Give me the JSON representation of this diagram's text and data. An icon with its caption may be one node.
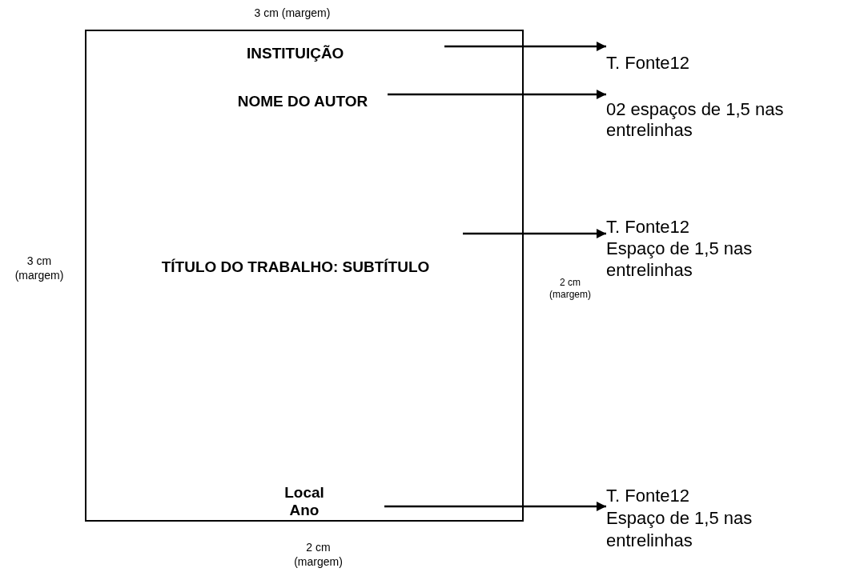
{
  "diagram": {
    "nodes": [
      {
        "text": [],
        "shape": "box"
      },
      {
        "text": [
          "INSTITUIÇÃO"
        ],
        "in": 0
      },
      {
        "text": [
          "NOME DO AUTOR"
        ],
        "in": 0
      },
      {
        "text": [
          "TÍTULO DO TRABALHO: SUBTÍTULO"
        ],
        "in": 0
      },
      {
        "text": [
          "Local Ano"
        ],
        "in": 0
      },
      {
        "text": [
          "T. Fonte12"
        ]
      },
      {
        "text": [
          "02 espaços de 1,5 nas entrelinhas"
        ]
      },
      {
        "text": [
          "T. Fonte12",
          "Espaço de 1,5 nas entrelinhas"
        ]
      },
      {
        "text": [
          "T. Fonte12",
          "Espaço de 1,5 nas entrelinhas"
        ]
      }
    ],
    "edges": [
      {
        "from": null,
        "to": 5,
        "arrow": "to"
      },
      {
        "from": 2,
        "to": 6,
        "arrow": "to"
      },
      {
        "from": null,
        "to": 7,
        "arrow": "to"
      },
      {
        "from": null,
        "to": 8,
        "arrow": "to"
      }
    ],
    "labels": [
      "3 cm (margem)",
      "3 cm (margem)",
      "2 cm (margem)",
      "2 cm (margem)"
    ]
  }
}
